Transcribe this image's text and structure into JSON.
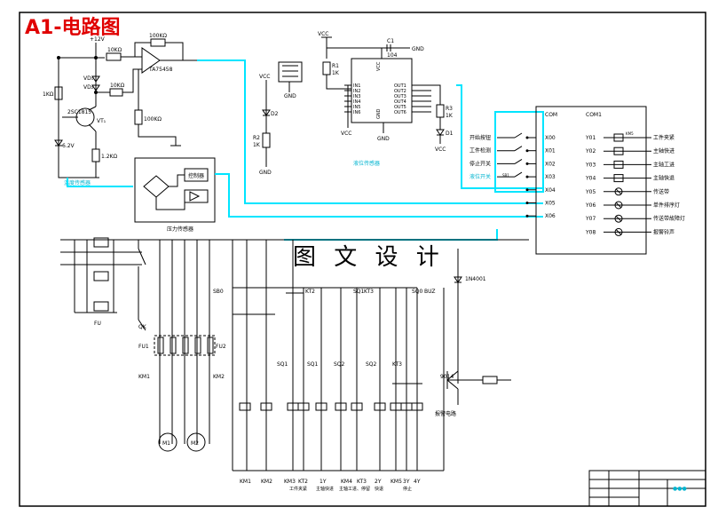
{
  "title": "A1-电路图",
  "watermark": "图 文 设 计",
  "colors": {
    "wire": "#000000",
    "bus": "#00e5ff",
    "title": "#e00000",
    "label": "#00b4d0"
  },
  "sensor": {
    "caption": "温度传感器",
    "labels": {
      "vcc": "+12V",
      "r1": "10KΩ",
      "r2": "100KΩ",
      "amp": "TA75458",
      "r3": "1KΩ",
      "vd1": "VD₁",
      "vd2": "VD₂",
      "r4": "10KΩ",
      "r5": "100KΩ",
      "transistor": "2SC1815",
      "vt": "VT₁",
      "zener": "6.2V",
      "r6": "1.2KΩ"
    }
  },
  "pressure": {
    "caption": "压力传感器",
    "block": "控制器"
  },
  "level": {
    "caption": "液位传感器",
    "labels": {
      "vcc_top": "VCC",
      "c1": "C1",
      "c1_val": "104",
      "gnd_top": "GND",
      "r1": "R1",
      "r1_val": "1K",
      "vcc_left": "VCC",
      "gnd_ic": "GND",
      "d2": "D2",
      "r2": "R2",
      "r2_val": "1K",
      "gnd_bottom": "GND",
      "vcc_bottom": "VCC",
      "gnd_mid": "GND",
      "r3": "R3",
      "r3_val": "1K",
      "d1": "D1",
      "vcc_right": "VCC",
      "ic_vcc": "VCC",
      "ic_gnd": "GND"
    },
    "inputs": [
      "IN1",
      "IN2",
      "IN3",
      "IN4",
      "IN5",
      "IN6"
    ],
    "outputs": [
      "OUT1",
      "OUT2",
      "OUT3",
      "OUT4",
      "OUT5",
      "OUT6"
    ]
  },
  "plc": {
    "com_left": "COM",
    "com_right": "COM1",
    "inputs": [
      "X00",
      "X01",
      "X02",
      "X03",
      "X04",
      "X05",
      "X06"
    ],
    "input_labels": [
      "开始按钮",
      "工件检测",
      "停止开关",
      "液位开关"
    ],
    "outputs": [
      "Y01",
      "Y02",
      "Y03",
      "Y04",
      "Y05",
      "Y06",
      "Y07",
      "Y08"
    ],
    "output_labels": [
      "工件夹紧",
      "主轴快进",
      "主轴工进",
      "主轴快退",
      "传送带",
      "单件排序灯",
      "传送带故障灯",
      "报警铃声"
    ],
    "km_tag": "KM5",
    "tiny_label": "SB1"
  },
  "power": {
    "fu": "FU",
    "qk": "QK",
    "fu1": "FU1",
    "fu2": "FU2",
    "km1": "KM1",
    "km2": "KM2",
    "m1": "M1",
    "m2": "M2"
  },
  "control": {
    "contacts": [
      "SB0",
      "KT2",
      "SQ1",
      "KT3",
      "SQ0",
      "BUZ"
    ],
    "limits": [
      "SQ1",
      "SQ1",
      "SQ2",
      "SQ2",
      "KT3"
    ],
    "diode": "1N4001",
    "transistor": "9014",
    "buzzer_label": "报警电路",
    "coil_labels": [
      "KM1",
      "KM2",
      "KM3",
      "KT2",
      "1Y",
      "KM4",
      "KT3",
      "2Y",
      "KM5",
      "3Y",
      "4Y"
    ],
    "coil_notes": [
      "工件夹紧",
      "主轴快进",
      "主轴工进、停留",
      "快退",
      "停止"
    ]
  },
  "titleblock": {
    "mark": "●●●"
  }
}
